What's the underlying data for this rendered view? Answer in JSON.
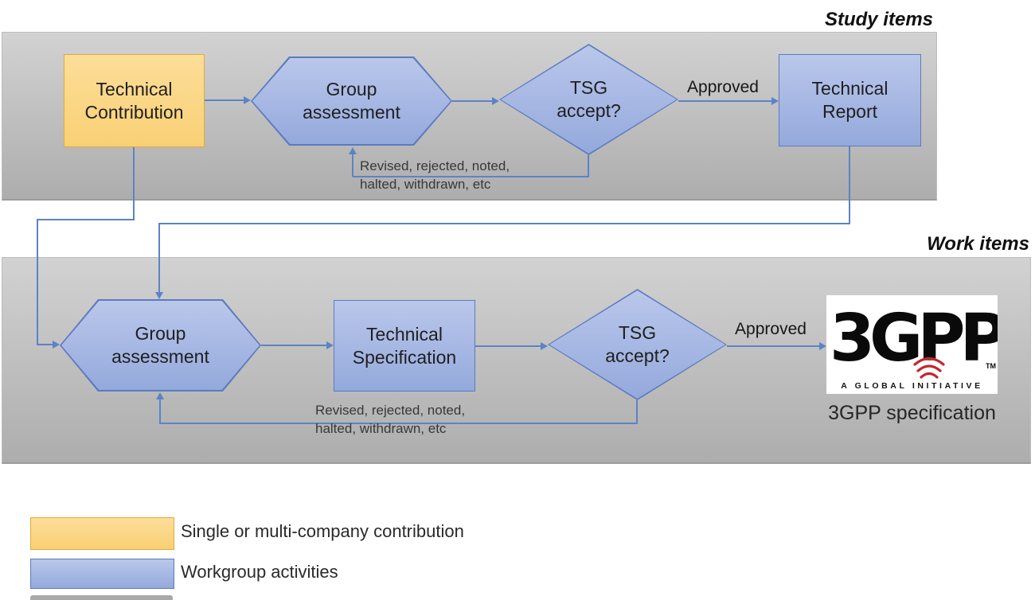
{
  "colors": {
    "contribution_fill": "#FAD687",
    "contribution_border": "#E3A93C",
    "workgroup_fill_top": "#BAC7EB",
    "workgroup_fill_bottom": "#94A9DC",
    "workgroup_border": "#5B7BC0",
    "connector": "#5B83C7",
    "lane_top": "#D2D2D2",
    "lane_bottom": "#ADADAD",
    "logo_red": "#C4262E",
    "text_dark": "#1F1F1F"
  },
  "study_lane": {
    "label": "Study items",
    "technical_contribution": "Technical\nContribution",
    "group_assessment": "Group\nassessment",
    "tsg_accept": "TSG\naccept?",
    "approved": "Approved",
    "technical_report": "Technical\nReport",
    "feedback_note": "Revised, rejected, noted,\nhalted, withdrawn, etc"
  },
  "work_lane": {
    "label": "Work items",
    "group_assessment": "Group\nassessment",
    "technical_specification": "Technical\nSpecification",
    "tsg_accept": "TSG\naccept?",
    "approved": "Approved",
    "feedback_note": "Revised, rejected, noted,\nhalted, withdrawn, etc",
    "logo": {
      "brand": "3GPP",
      "trademark": "TM",
      "tagline": "A GLOBAL INITIATIVE",
      "caption": "3GPP specification"
    }
  },
  "legend": {
    "items": [
      {
        "label": "Single or multi-company contribution"
      },
      {
        "label": "Workgroup activities"
      }
    ]
  }
}
